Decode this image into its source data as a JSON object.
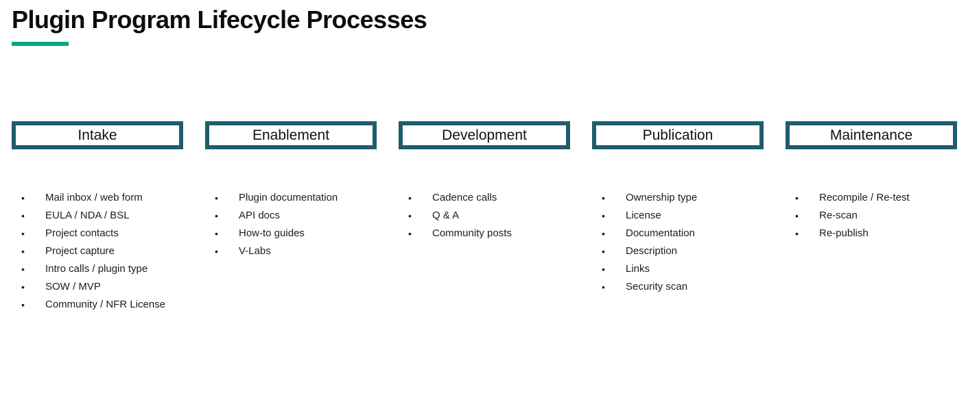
{
  "title": "Plugin Program Lifecycle Processes",
  "bullet_glyph": "•",
  "accent_color": "#01a982",
  "stage_border_color": "#1e5d6e",
  "columns": [
    {
      "header": "Intake",
      "items": [
        "Mail inbox / web form",
        "EULA / NDA / BSL",
        "Project contacts",
        "Project capture",
        "Intro calls / plugin type",
        "SOW / MVP",
        "Community / NFR License"
      ]
    },
    {
      "header": "Enablement",
      "items": [
        "Plugin documentation",
        "API docs",
        "How-to guides",
        "V-Labs"
      ]
    },
    {
      "header": "Development",
      "items": [
        "Cadence calls",
        "Q & A",
        "Community posts"
      ]
    },
    {
      "header": "Publication",
      "items": [
        "Ownership type",
        "License",
        "Documentation",
        "Description",
        "Links",
        "Security scan"
      ]
    },
    {
      "header": "Maintenance",
      "items": [
        "Recompile / Re-test",
        "Re-scan",
        "Re-publish"
      ]
    }
  ]
}
